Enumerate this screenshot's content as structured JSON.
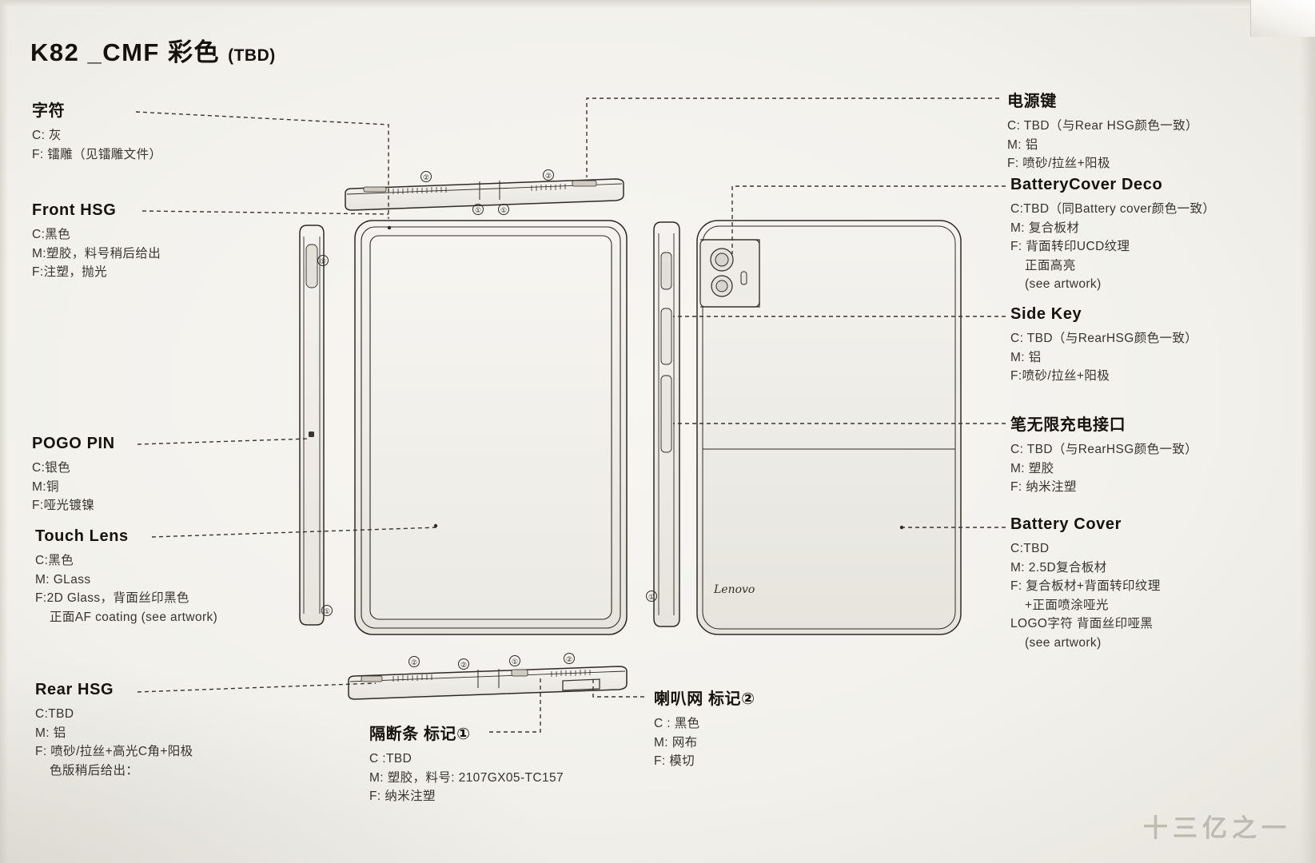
{
  "title": {
    "main": "K82 _CMF 彩色",
    "suffix": "(TBD)"
  },
  "watermark": "十三亿之一",
  "annotations": {
    "zifu": {
      "heading": "字符",
      "lines": [
        "C: 灰",
        "F: 镭雕（见镭雕文件）"
      ]
    },
    "front_hsg": {
      "heading": "Front HSG",
      "lines": [
        "C:黑色",
        "M:塑胶，料号稍后给出",
        "F:注塑，抛光"
      ]
    },
    "pogo_pin": {
      "heading": "POGO PIN",
      "lines": [
        "C:银色",
        "M:铜",
        "F:哑光镀镍"
      ]
    },
    "touch_lens": {
      "heading": "Touch Lens",
      "lines": [
        "C:黑色",
        "M: GLass",
        "F:2D Glass，背面丝印黑色",
        "正面AF coating (see artwork)"
      ]
    },
    "rear_hsg": {
      "heading": "Rear HSG",
      "lines": [
        "C:TBD",
        "M: 铝",
        "F: 喷砂/拉丝+高光C角+阳极",
        "色版稍后给出："
      ]
    },
    "power_key": {
      "heading": "电源键",
      "lines": [
        "C: TBD（与Rear HSG颜色一致）",
        "M: 铝",
        "F: 喷砂/拉丝+阳极"
      ]
    },
    "battery_cover_deco": {
      "heading": "BatteryCover Deco",
      "lines": [
        "C:TBD（同Battery cover颜色一致）",
        "M: 复合板材",
        "F: 背面转印UCD纹理",
        "正面高亮",
        "(see artwork)"
      ]
    },
    "side_key": {
      "heading": "Side Key",
      "lines": [
        "C: TBD（与RearHSG颜色一致）",
        "M: 铝",
        "F:喷砂/拉丝+阳极"
      ]
    },
    "pen_charge_port": {
      "heading": "笔无限充电接口",
      "lines": [
        "C: TBD（与RearHSG颜色一致）",
        "M: 塑胶",
        "F: 纳米注塑"
      ]
    },
    "battery_cover": {
      "heading": "Battery Cover",
      "lines": [
        "C:TBD",
        "M: 2.5D复合板材",
        "F: 复合板材+背面转印纹理",
        "+正面喷涂哑光",
        "LOGO字符 背面丝印哑黑",
        "(see artwork)"
      ]
    },
    "divider_strip": {
      "heading": "隔断条 标记①",
      "lines": [
        "C :TBD",
        "M: 塑胶，料号: 2107GX05-TC157",
        "F: 纳米注塑"
      ]
    },
    "speaker_mesh": {
      "heading": "喇叭网 标记②",
      "lines": [
        "C : 黑色",
        "M: 网布",
        "F: 模切"
      ]
    }
  },
  "callout_markers": {
    "top_edge": [
      "②",
      "②",
      "①",
      "①"
    ],
    "bottom_edge": [
      "②",
      "②",
      "①",
      "②"
    ],
    "left_edge": [
      "①",
      "①"
    ],
    "right_edge": [
      "①"
    ]
  },
  "device_logo": "Lenovo"
}
